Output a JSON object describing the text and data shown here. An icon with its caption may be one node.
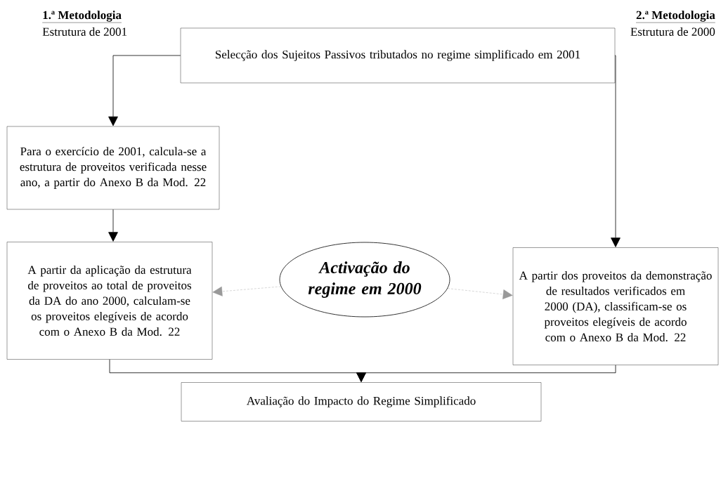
{
  "diagram": {
    "nodes": [
      {
        "text": [
          "Selecção dos Sujeitos Passivos tributados no regime simplificado em 2001"
        ]
      },
      {
        "text": [
          "Para o exercício de 2001, calcula-se a estrutura de proveitos verificada nesse ano, a partir do Anexo B da Mod. 22"
        ]
      },
      {
        "text": [
          "A partir da aplicação da estrutura de proveitos ao total de proveitos da DA do ano 2000, calculam-se os proveitos elegíveis de acordo com o Anexo B da Mod. 22"
        ]
      },
      {
        "text": [
          "Activação do regime em 2000"
        ]
      },
      {
        "text": [
          "A partir dos proveitos da demonstração de resultados verificados em 2000 (DA), classificam-se os proveitos elegíveis de acordo com o Anexo B da Mod. 22"
        ]
      },
      {
        "text": [
          "Avaliação do Impacto do Regime Simplificado"
        ]
      }
    ],
    "edges": [
      {
        "from": 0,
        "to": 1,
        "arrow": "to"
      },
      {
        "from": 0,
        "to": 4,
        "arrow": "to"
      },
      {
        "from": 1,
        "to": 2,
        "arrow": "to"
      },
      {
        "from": 3,
        "to": 2,
        "arrow": "to",
        "style": "dashed",
        "color": "#999999"
      },
      {
        "from": 3,
        "to": 4,
        "arrow": "to",
        "style": "dashed",
        "color": "#999999"
      },
      {
        "from": 2,
        "to": 5,
        "arrow": "to"
      },
      {
        "from": 4,
        "to": 5,
        "arrow": "to"
      }
    ],
    "labels": [
      "1.ª Metodologia",
      "Estrutura de 2001",
      "2.ª Metodologia",
      "Estrutura de 2000"
    ]
  }
}
